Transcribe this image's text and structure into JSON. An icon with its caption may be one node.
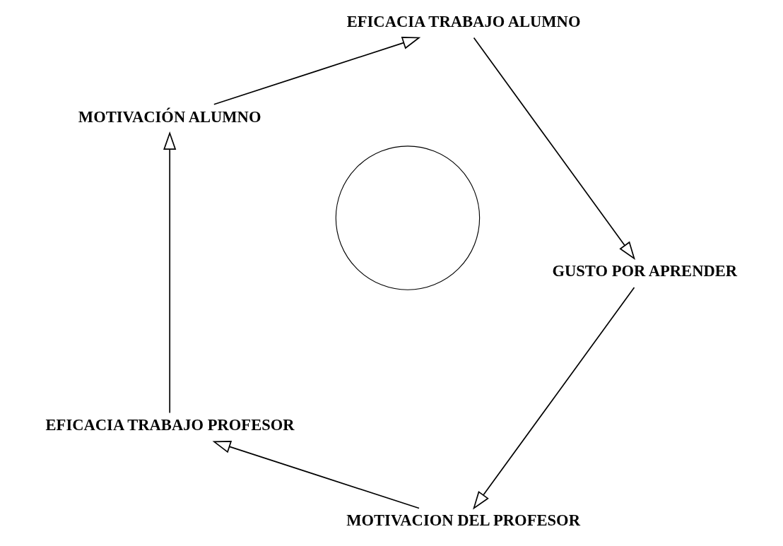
{
  "diagram": {
    "nodes": [
      {
        "text": [
          "MOTIVACION DEL PROFESOR"
        ]
      },
      {
        "text": [
          "EFICACIA TRABAJO PROFESOR"
        ]
      },
      {
        "text": [
          "MOTIVACIÓN ALUMNO"
        ]
      },
      {
        "text": [
          "EFICACIA TRABAJO ALUMNO"
        ]
      },
      {
        "text": [
          "GUSTO POR APRENDER"
        ]
      },
      {
        "text": [],
        "shape": "circle"
      }
    ],
    "edges": [
      {
        "from": 0,
        "to": 1,
        "arrow": "to"
      },
      {
        "from": 1,
        "to": 2,
        "arrow": "to"
      },
      {
        "from": 2,
        "to": 3,
        "arrow": "to"
      },
      {
        "from": 3,
        "to": 4,
        "arrow": "to"
      },
      {
        "from": 4,
        "to": 0,
        "arrow": "to"
      }
    ]
  }
}
